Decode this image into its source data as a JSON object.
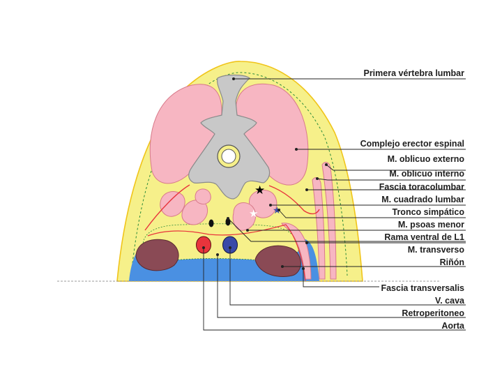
{
  "labels": {
    "primera_vertebra_lumbar": "Primera vértebra lumbar",
    "complejo_erector_espinal": "Complejo erector espinal",
    "m_oblicuo_externo": "M. oblicuo externo",
    "m_oblicuo_interno": "M. oblicuo interno",
    "fascia_toracolumbar": "Fascia toracolumbar",
    "m_cuadrado_lumbar": "M. cuadrado lumbar",
    "tronco_simpatico": "Tronco simpático",
    "m_psoas_menor": "M. psoas menor",
    "rama_ventral_l1": "Rama ventral de L1",
    "m_transverso": "M. transverso",
    "rinon": "Riñón",
    "fascia_transversalis": "Fascia transversalis",
    "v_cava": "V. cava",
    "retroperitoneo": "Retroperitoneo",
    "aorta": "Aorta"
  },
  "colors": {
    "fat": "#f6f08a",
    "muscle": "#f7b6c2",
    "bone": "#c8c8c8",
    "kidney": "#8a4a55",
    "retroperitoneum": "#4a90e2",
    "aorta": "#e8343c",
    "vena_cava": "#3a4aa8",
    "fascia": "#e8343c",
    "leader_line": "#222222"
  },
  "markers": {
    "black_star": "black-star-icon",
    "white_star": "white-star-icon",
    "blue_star": "blue-star-icon"
  }
}
